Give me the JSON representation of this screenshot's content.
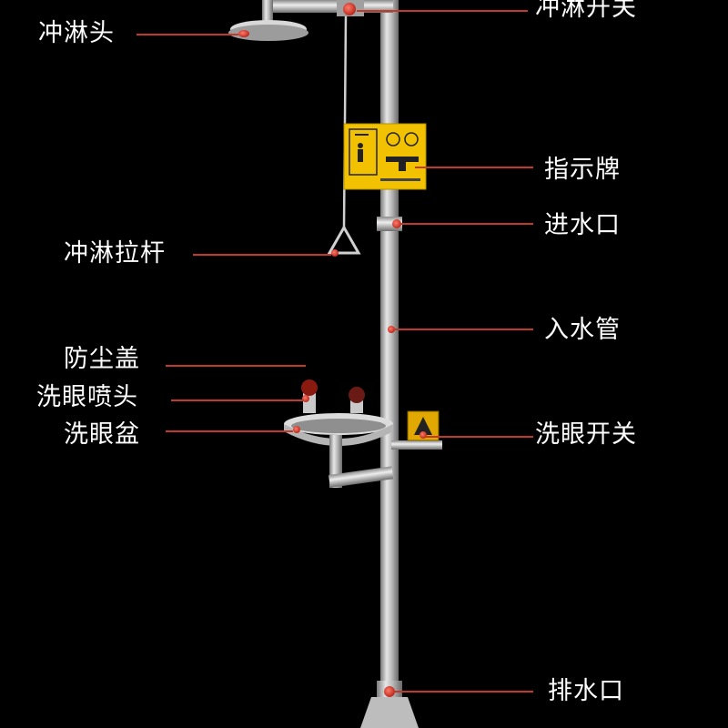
{
  "labels": {
    "shower_head": "冲淋头",
    "shower_switch": "冲淋开关",
    "sign": "指示牌",
    "water_inlet": "进水口",
    "shower_pull_rod": "冲淋拉杆",
    "water_inlet_pipe": "入水管",
    "dust_cover": "防尘盖",
    "eyewash_nozzle": "洗眼喷头",
    "eyewash_basin": "洗眼盆",
    "eyewash_switch": "洗眼开关",
    "drain_outlet": "排水口"
  },
  "colors": {
    "background": "#000000",
    "leader_line": "#c0392b",
    "marker": "#e03a2f",
    "steel": "#c8c8c8",
    "sign_yellow": "#f2c200"
  }
}
